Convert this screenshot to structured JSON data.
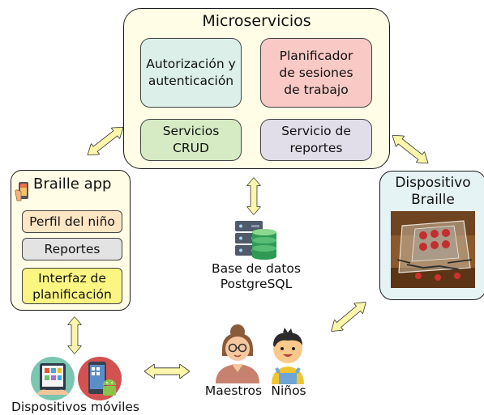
{
  "microservices": {
    "title": "Microservicios",
    "services": [
      {
        "label": "Autorización y\nautenticación",
        "color": "#dcefe8"
      },
      {
        "label": "Planificador\nde sesiones\nde trabajo",
        "color": "#f8c9c5"
      },
      {
        "label": "Servicios\nCRUD",
        "color": "#d6ebc4"
      },
      {
        "label": "Servicio de\nreportes",
        "color": "#e1dee9"
      }
    ]
  },
  "braille_app": {
    "title": "Braille app",
    "icon": "braille-app-icon",
    "modules": [
      {
        "label": "Perfil del niño",
        "color": "#fde6c4"
      },
      {
        "label": "Reportes",
        "color": "#e3e3e3"
      },
      {
        "label": "Interfaz de\nplanificación",
        "color": "#fbf582"
      }
    ]
  },
  "braille_device": {
    "title": "Dispositivo\nBraille",
    "photo": "braille-device-photo"
  },
  "database": {
    "label": "Base de datos\nPostgreSQL",
    "icon": "database-icon"
  },
  "mobile": {
    "label": "Dispositivos móviles",
    "icons": [
      "tablet-icon",
      "android-phone-icon"
    ]
  },
  "users": {
    "teachers_label": "Maestros",
    "children_label": "Niños",
    "icons": [
      "teacher-icon",
      "child-icon"
    ]
  },
  "colors": {
    "panel_fill": "#fffde6",
    "device_fill": "#e6f3f4",
    "arrow_fill": "#fbf6a9"
  }
}
